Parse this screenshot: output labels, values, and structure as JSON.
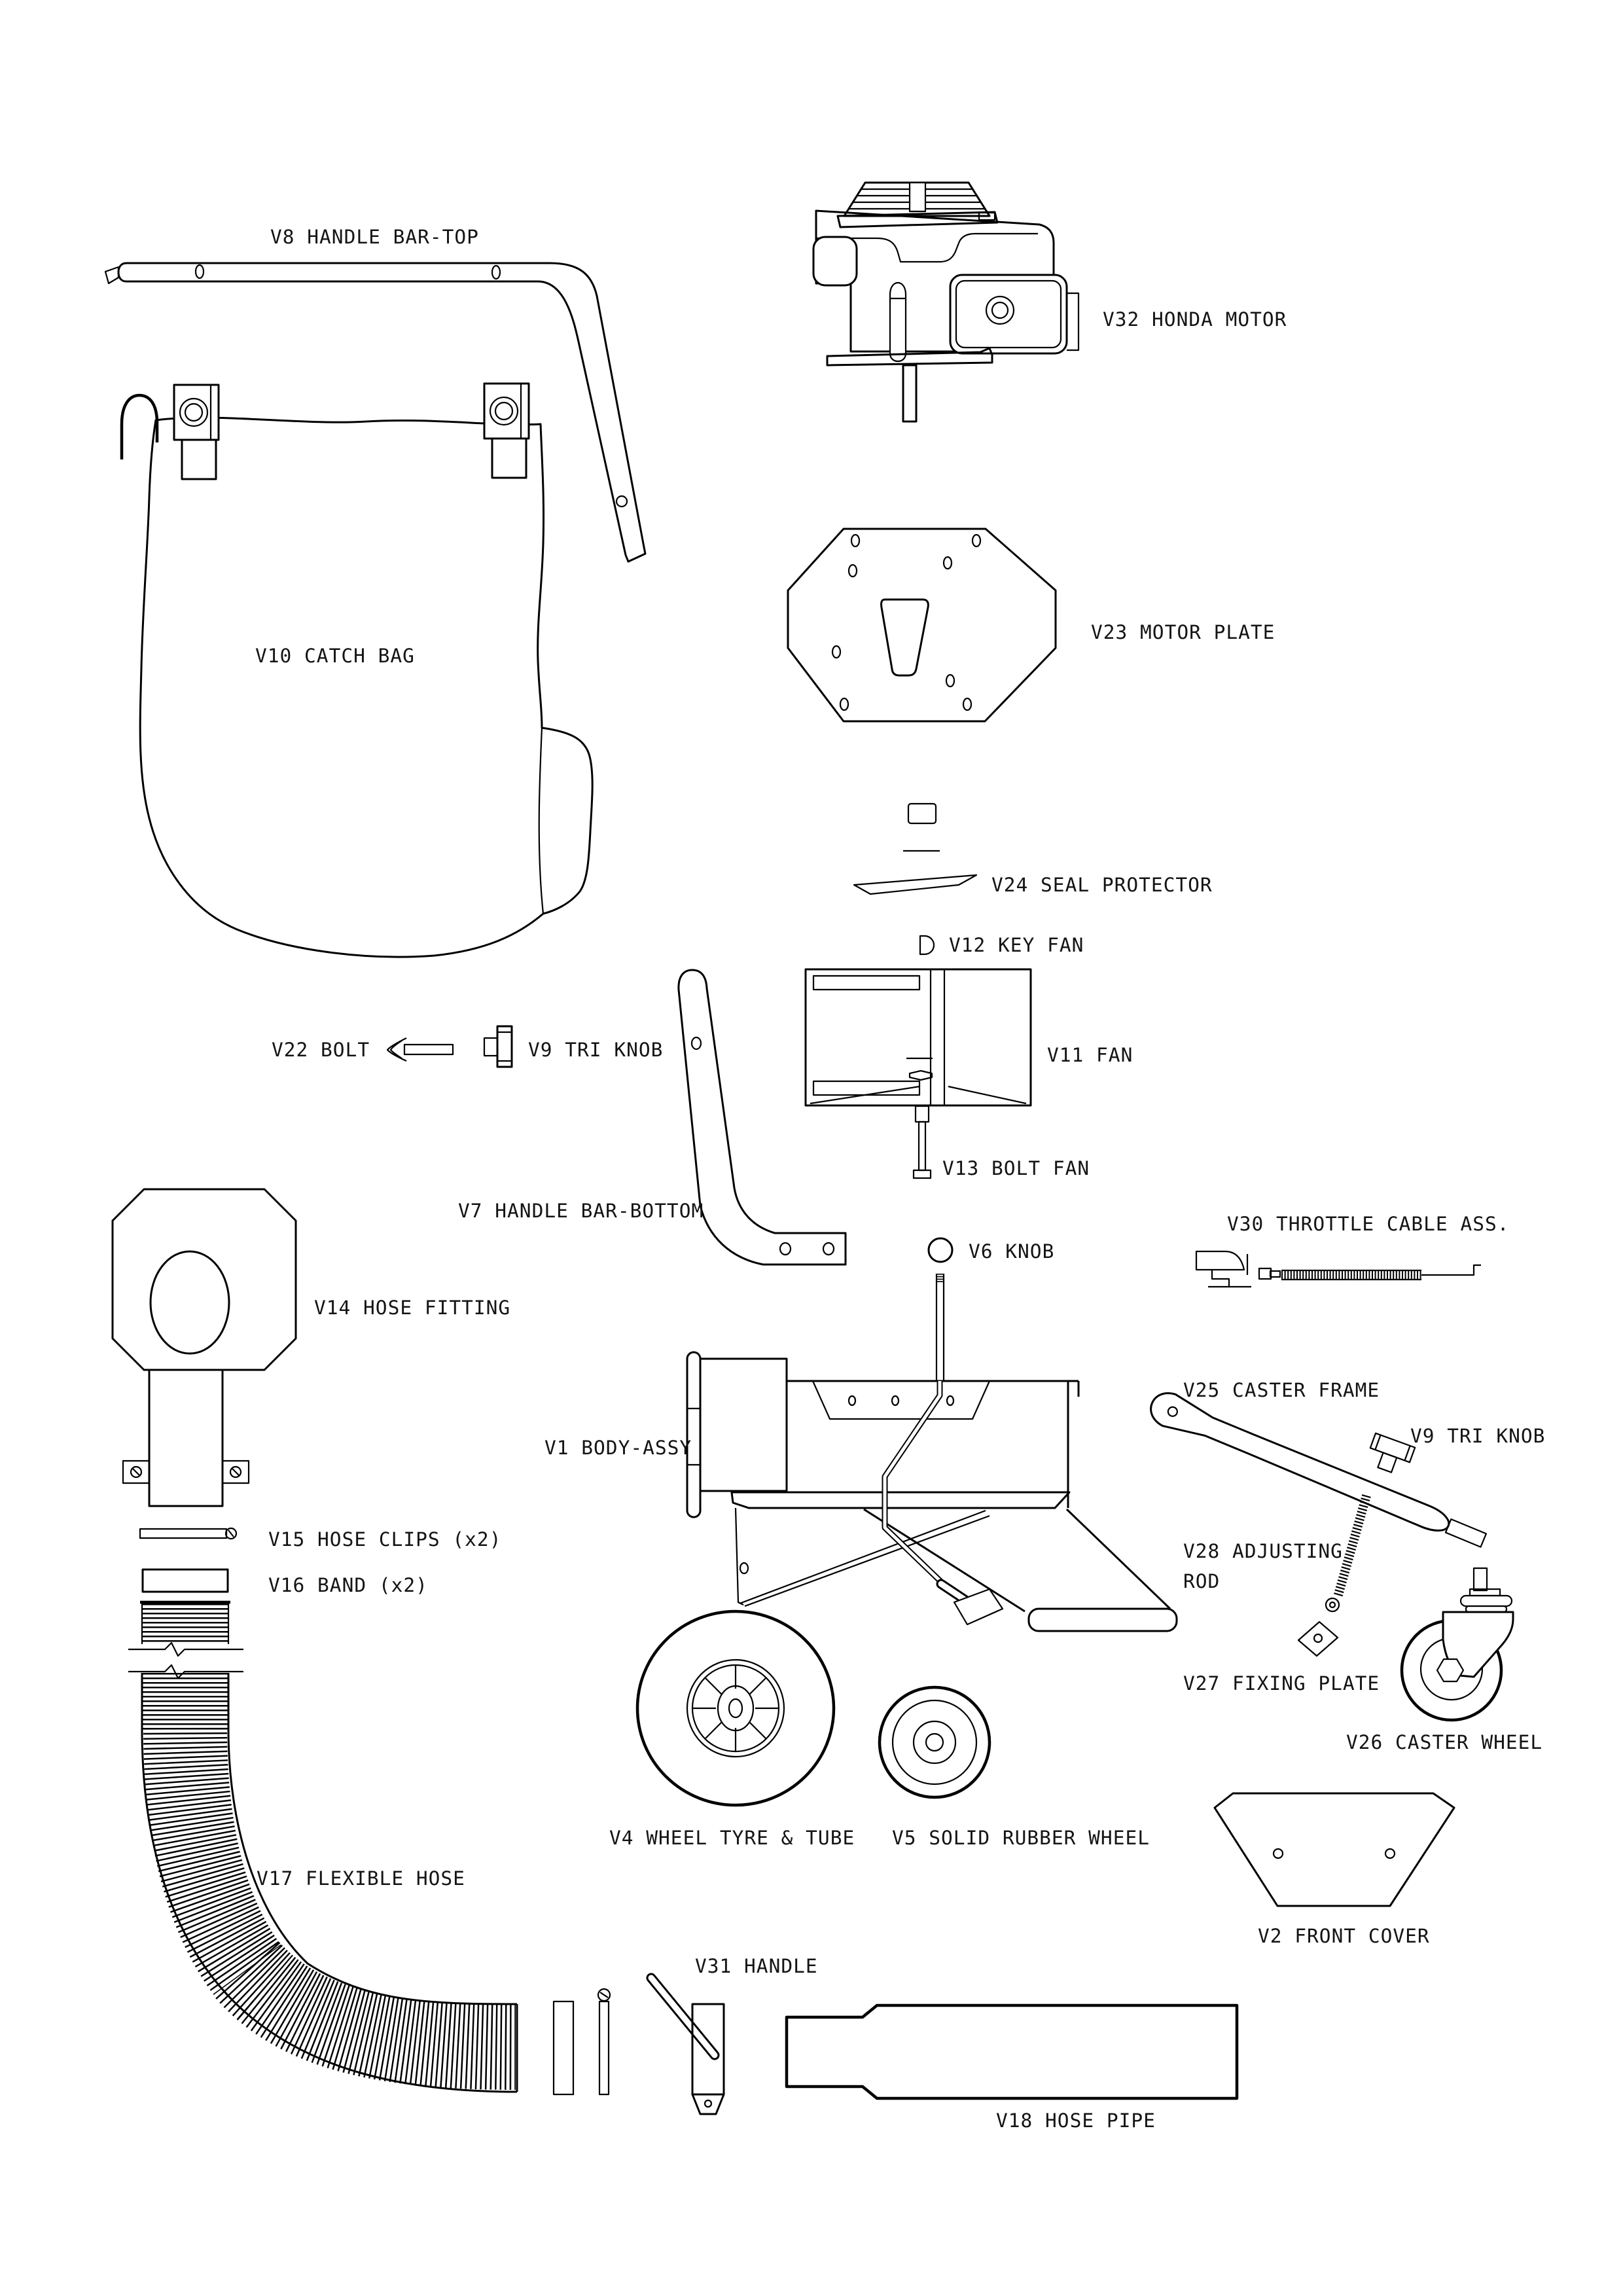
{
  "diagram": {
    "kind": "exploded-parts-line-drawing",
    "background": "#ffffff",
    "ink": "#000000"
  },
  "parts": [
    {
      "id": "V8",
      "label": "V8 HANDLE BAR-TOP"
    },
    {
      "id": "V32",
      "label": "V32 HONDA MOTOR"
    },
    {
      "id": "V10",
      "label": "V10 CATCH BAG"
    },
    {
      "id": "V23",
      "label": "V23 MOTOR PLATE"
    },
    {
      "id": "V24",
      "label": "V24 SEAL PROTECTOR"
    },
    {
      "id": "V12",
      "label": "V12 KEY FAN"
    },
    {
      "id": "V11",
      "label": "V11 FAN"
    },
    {
      "id": "V22",
      "label": "V22 BOLT"
    },
    {
      "id": "V9",
      "label": "V9 TRI KNOB"
    },
    {
      "id": "V13",
      "label": "V13 BOLT FAN"
    },
    {
      "id": "V7",
      "label": "V7 HANDLE BAR-BOTTOM"
    },
    {
      "id": "V30",
      "label": "V30 THROTTLE CABLE ASS."
    },
    {
      "id": "V6",
      "label": "V6 KNOB"
    },
    {
      "id": "V14",
      "label": "V14 HOSE FITTING"
    },
    {
      "id": "V25",
      "label": "V25 CASTER FRAME"
    },
    {
      "id": "V9b",
      "label": "V9 TRI KNOB"
    },
    {
      "id": "V1",
      "label": "V1 BODY-ASSY"
    },
    {
      "id": "V28",
      "label": "V28 ADJUSTING ROD",
      "label_line1": "V28 ADJUSTING",
      "label_line2": "ROD"
    },
    {
      "id": "V15",
      "label": "V15 HOSE CLIPS (x2)"
    },
    {
      "id": "V16",
      "label": "V16 BAND (x2)"
    },
    {
      "id": "V27",
      "label": "V27 FIXING PLATE"
    },
    {
      "id": "V26",
      "label": "V26 CASTER WHEEL"
    },
    {
      "id": "V4",
      "label": "V4 WHEEL TYRE & TUBE"
    },
    {
      "id": "V5",
      "label": "V5 SOLID RUBBER WHEEL"
    },
    {
      "id": "V17",
      "label": "V17 FLEXIBLE HOSE"
    },
    {
      "id": "V31",
      "label": "V31 HANDLE"
    },
    {
      "id": "V2",
      "label": "V2 FRONT COVER"
    },
    {
      "id": "V18",
      "label": "V18 HOSE PIPE"
    }
  ]
}
